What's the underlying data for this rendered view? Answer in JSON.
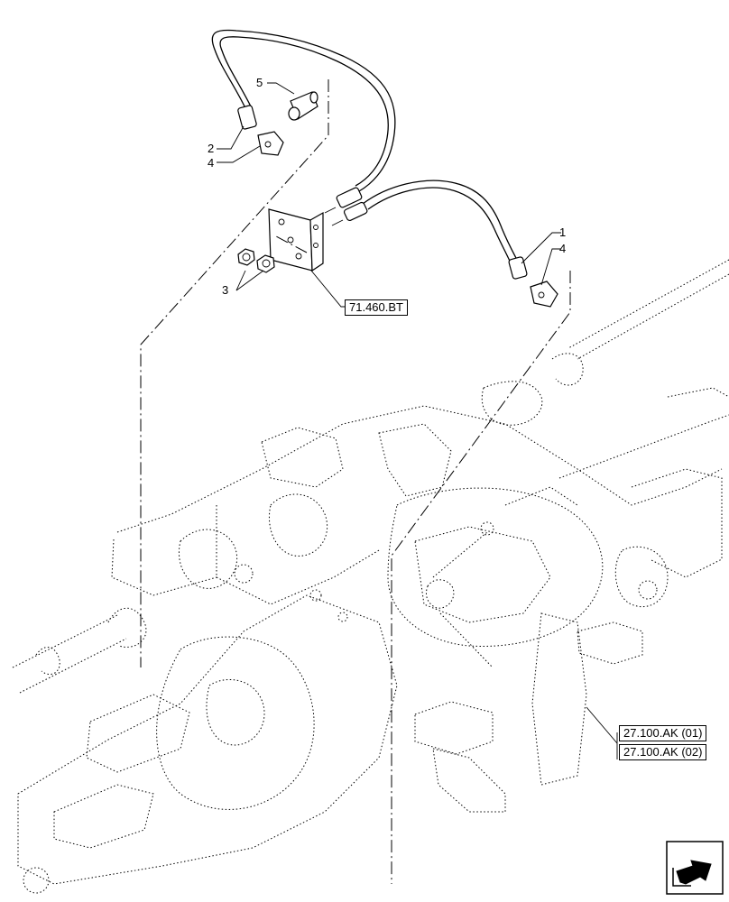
{
  "callouts": {
    "c1": "1",
    "c2": "2",
    "c3": "3",
    "c4a": "4",
    "c4b": "4",
    "c5": "5"
  },
  "references": {
    "bracket_ref": "71.460.BT",
    "axle_ref_1": "27.100.AK (01)",
    "axle_ref_2": "27.100.AK (02)"
  },
  "icons": {
    "nav": "next-page-arrow-icon"
  },
  "colors": {
    "line": "#000000",
    "background": "#ffffff"
  }
}
